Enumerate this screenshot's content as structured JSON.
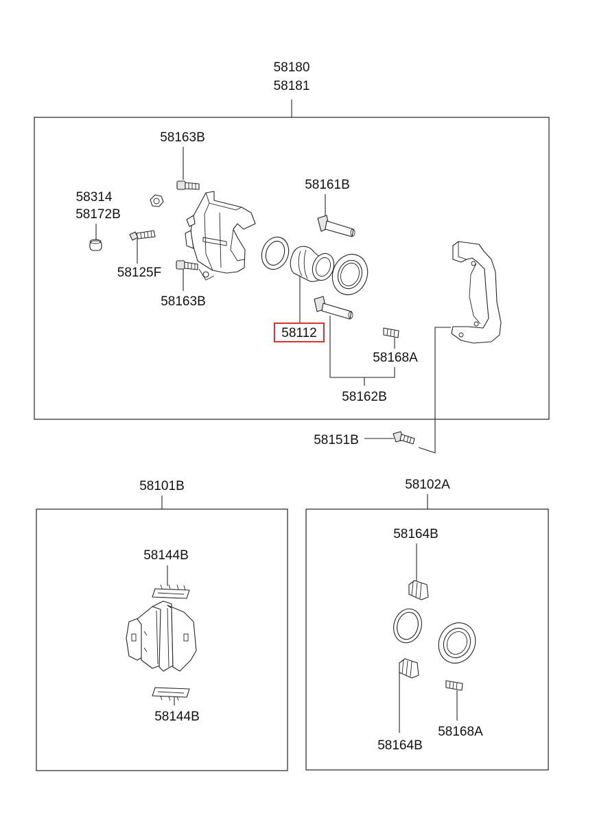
{
  "labels": {
    "caliper_assy_1": "58180",
    "caliper_assy_2": "58181",
    "bolt_top": "58163B",
    "bolt_bottom": "58163B",
    "cap_1": "58314",
    "cap_2": "58172B",
    "bleeder": "58125F",
    "guide_pin_upper": "58161B",
    "piston": "58112",
    "boot_small": "58168A",
    "guide_pin_kit": "58162B",
    "bracket_bolt": "58151B",
    "pad_kit": "58101B",
    "shim_top": "58144B",
    "shim_bottom": "58144B",
    "seal_kit": "58102A",
    "boot_top": "58164B",
    "boot_bottom": "58164B",
    "boot_small_2": "58168A"
  },
  "highlight": {
    "part": "58112",
    "color": "#e0302c"
  }
}
